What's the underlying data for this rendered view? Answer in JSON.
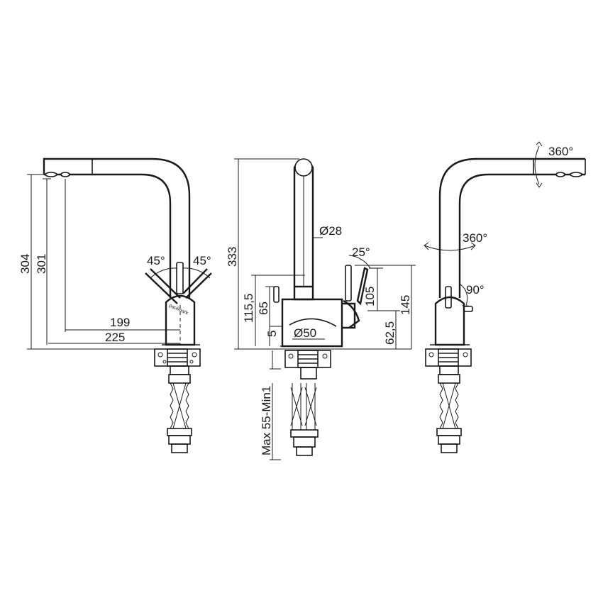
{
  "dims": {
    "d304": "304",
    "d301": "301",
    "d199": "199",
    "d225": "225",
    "a45_left": "45°",
    "a45_right": "45°",
    "d333": "333",
    "d28": "Ø28",
    "a25": "25°",
    "d115": "115,5",
    "d65": "65",
    "d5": "5",
    "d50": "Ø50",
    "d105": "105",
    "d145": "145",
    "d62": "62,5",
    "dmax": "Max 55-Min1",
    "a360_top": "360°",
    "a360_mid": "360°",
    "a90": "90°"
  },
  "brand": "paulmark"
}
